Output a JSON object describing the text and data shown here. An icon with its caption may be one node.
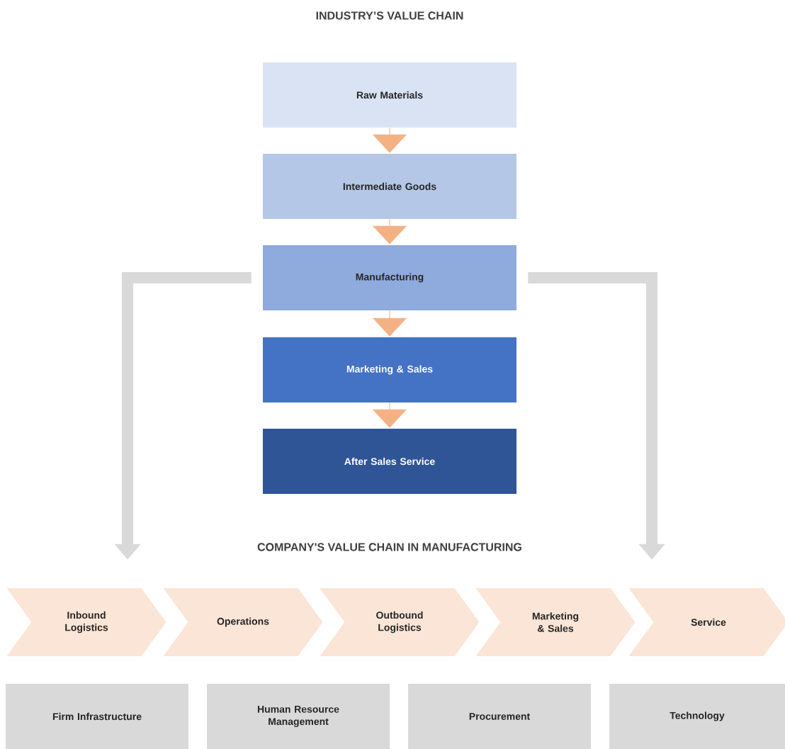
{
  "diagram": {
    "title": "INDUSTRY’S VALUE CHAIN",
    "nodes": [
      {
        "text": [
          "Raw Materials"
        ]
      },
      {
        "text": [
          "Intermediate Goods"
        ]
      },
      {
        "text": [
          "Manufacturing"
        ]
      },
      {
        "text": [
          "Marketing & Sales"
        ]
      },
      {
        "text": [
          "After Sales Service"
        ]
      },
      {
        "text": [
          "Inbound Logistics"
        ]
      },
      {
        "text": [
          "Operations"
        ]
      },
      {
        "text": [
          "Outbound Logistics"
        ]
      },
      {
        "text": [
          "Marketing & Sales"
        ]
      },
      {
        "text": [
          "Service"
        ]
      },
      {
        "text": [
          "Firm Infrastructure"
        ]
      },
      {
        "text": [
          "Human Resource Management"
        ]
      },
      {
        "text": [
          "Procurement"
        ]
      },
      {
        "text": [
          "Technology"
        ]
      }
    ],
    "edges": [
      {
        "from": 0,
        "to": 1,
        "arrow": "to"
      },
      {
        "from": 1,
        "to": 2,
        "arrow": "to"
      },
      {
        "from": 2,
        "to": 3,
        "arrow": "to"
      },
      {
        "from": 3,
        "to": 4,
        "arrow": "to"
      },
      {
        "from": 2,
        "to": 5,
        "arrow": "to",
        "style": "thick",
        "color": "#d9d9d9"
      },
      {
        "from": 2,
        "to": 9,
        "arrow": "to",
        "style": "thick",
        "color": "#d9d9d9"
      }
    ],
    "labels": [
      "COMPANY'S VALUE CHAIN IN MANUFACTURING"
    ]
  }
}
